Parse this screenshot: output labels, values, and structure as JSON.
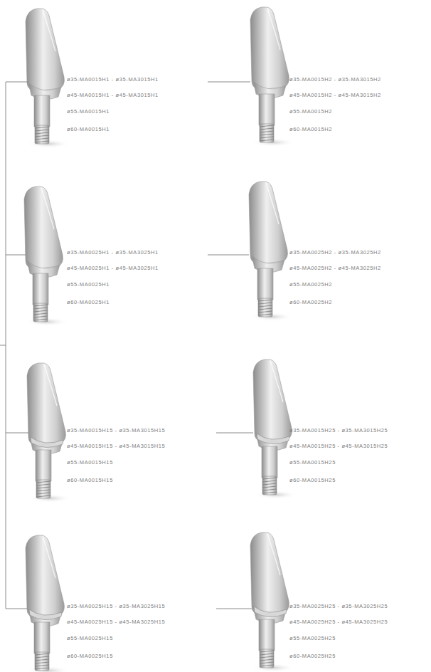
{
  "diagram": {
    "labels": [
      "ø35-MA0015H1 - ø35-MA3015H1",
      "ø45-MA0015H1 - ø45-MA3015H1",
      "ø55-MA0015H1",
      "ø60-MA0015H1",
      "ø35-MA0015H2 - ø35-MA3015H2",
      "ø45-MA0015H2 - ø45-MA3015H2",
      "ø55-MA0015H2",
      "ø60-MA0015H2",
      "ø35-MA0025H1 - ø35-MA3025H1",
      "ø45-MA0025H1 - ø45-MA3025H1",
      "ø55-MA0025H1",
      "ø60-MA0025H1",
      "ø35-MA0025H2 - ø35-MA3025H2",
      "ø45-MA0025H2 - ø45-MA3025H2",
      "ø55-MA0025H2",
      "ø60-MA0025H2",
      "ø35-MA0015H15 - ø35-MA3015H15",
      "ø45-MA0015H15 - ø45-MA3015H15",
      "ø55-MA0015H15",
      "ø60-MA0015H15",
      "ø35-MA0015H25 - ø35-MA3015H25",
      "ø45-MA0015H25 - ø45-MA3015H25",
      "ø55-MA0015H25",
      "ø60-MA0015H25",
      "ø35-MA0025H15 - ø35-MA3025H15",
      "ø45-MA0025H15 - ø45-MA3025H15",
      "ø55-MA0025H15",
      "ø60-MA0025H15",
      "ø35-MA0025H25 - ø35-MA3025H25",
      "ø45-MA0025H25 - ø45-MA3025H25",
      "ø55-MA0025H25",
      "ø60-MA0025H25"
    ]
  }
}
